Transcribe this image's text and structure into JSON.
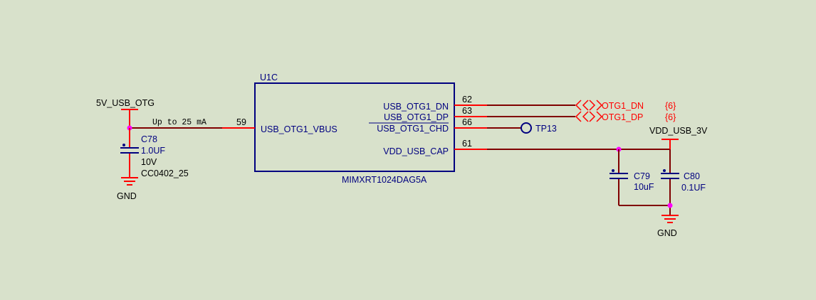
{
  "colors": {
    "background": "#d8e1cb",
    "wire": "#800000",
    "pin": "#ff0000",
    "body": "#000080",
    "junction": "#ff00ff",
    "netlabel": "#ff0000",
    "text": "#000000"
  },
  "component": {
    "designator": "U1C",
    "part_number": "MIMXRT1024DAG5A",
    "pins": [
      {
        "number": "59",
        "name": "USB_OTG1_VBUS"
      },
      {
        "number": "62",
        "name": "USB_OTG1_DN"
      },
      {
        "number": "63",
        "name": "USB_OTG1_DP"
      },
      {
        "number": "66",
        "name": "USB_OTG1_CHD"
      },
      {
        "number": "61",
        "name": "VDD_USB_CAP"
      }
    ]
  },
  "power": {
    "vbus_net": "5V_USB_OTG",
    "vdd_net": "VDD_USB_3V",
    "gnd_left": "GND",
    "gnd_right": "GND"
  },
  "note": "Up to 25 mA",
  "capacitors": {
    "c78": {
      "designator": "C78",
      "value": "1.0UF",
      "voltage": "10V",
      "footprint": "CC0402_25"
    },
    "c79": {
      "designator": "C79",
      "value": "10uF"
    },
    "c80": {
      "designator": "C80",
      "value": "0.1UF"
    }
  },
  "testpoint": {
    "designator": "TP13"
  },
  "net_labels": [
    {
      "name": "OTG1_DN",
      "ref": "{6}"
    },
    {
      "name": "OTG1_DP",
      "ref": "{6}"
    }
  ]
}
